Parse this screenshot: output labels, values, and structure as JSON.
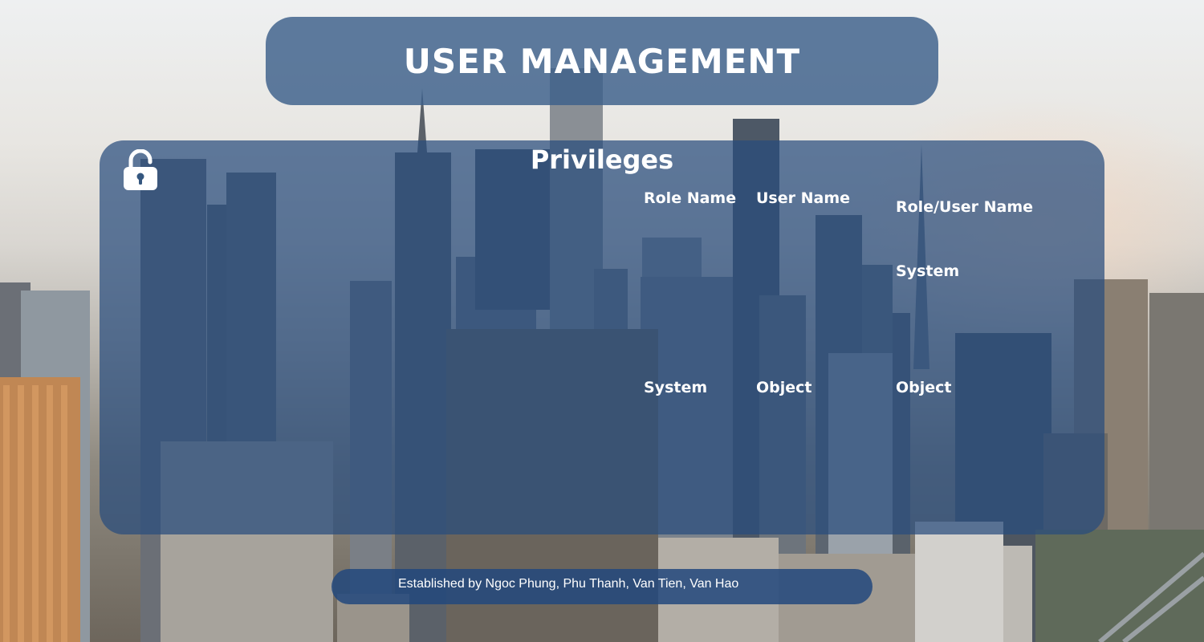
{
  "header": {
    "title": "USER MANAGEMENT"
  },
  "panel": {
    "title": "Privileges",
    "icon": "unlocked-padlock-icon",
    "labels": {
      "role_name": "Role Name",
      "user_name": "User Name",
      "role_user_name": "Role/User Name",
      "system_right": "System",
      "system": "System",
      "object_mid": "Object",
      "object_right": "Object"
    }
  },
  "footer": {
    "credits": "Established by Ngoc Phung, Phu Thanh, Van Tien, Van Hao"
  },
  "colors": {
    "panel_blue": "#284c7d",
    "title_blue": "#3c5f8a",
    "text": "#ffffff"
  }
}
